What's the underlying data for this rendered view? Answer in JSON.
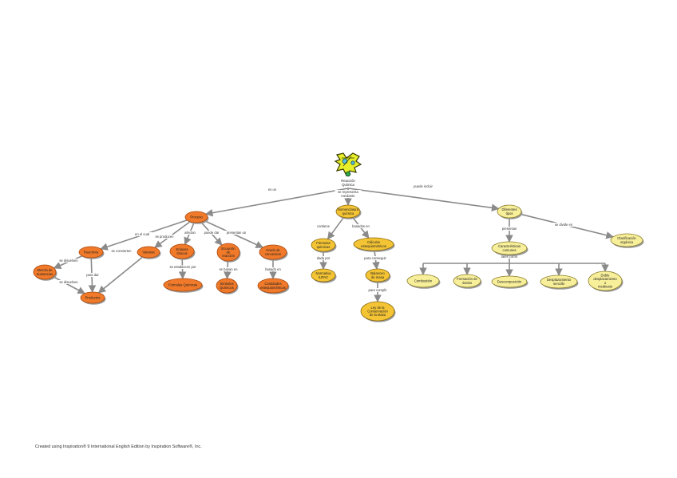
{
  "colors": {
    "orange_fill": "#f07a2a",
    "orange_stroke": "#a8480f",
    "yellow_fill": "#f8ef9a",
    "yellow_stroke": "#8a7c2a",
    "gold_fill": "#f4c434",
    "gold_stroke": "#8a6a10",
    "edge": "#8a8a8a"
  },
  "root": {
    "label": [
      "Reacción",
      "Química"
    ],
    "icon": "molecule-icon"
  },
  "nodes": [
    {
      "id": "proceso",
      "label": [
        "Proceso"
      ],
      "color": "orange"
    },
    {
      "id": "reactivos",
      "label": [
        "Reactivos"
      ],
      "color": "orange"
    },
    {
      "id": "varianat",
      "label": [
        "Varianat"
      ],
      "color": "orange"
    },
    {
      "id": "enlaces",
      "label": [
        "Enlaces",
        "Iónicos"
      ],
      "color": "orange"
    },
    {
      "id": "productos",
      "label": [
        "Productos"
      ],
      "color": "orange"
    },
    {
      "id": "mezcla",
      "label": [
        "Mezcla de",
        "Sustancias"
      ],
      "color": "orange"
    },
    {
      "id": "formulas",
      "label": [
        "Formulas Químicas"
      ],
      "color": "orange"
    },
    {
      "id": "ecuacion",
      "label": [
        "Ecuación",
        "de",
        "reacción"
      ],
      "color": "orange"
    },
    {
      "id": "simbolos",
      "label": [
        "Simbolos",
        "Químicos"
      ],
      "color": "orange"
    },
    {
      "id": "grado",
      "label": [
        "Grado de",
        "conversion"
      ],
      "color": "orange"
    },
    {
      "id": "cantidades",
      "label": [
        "Cantidades",
        "estequiométricas"
      ],
      "color": "orange"
    },
    {
      "id": "nomenclatura",
      "label": [
        "Nomenclatura",
        "química"
      ],
      "color": "gold"
    },
    {
      "id": "formulas_quimicas",
      "label": [
        "Fórmulas",
        "químicas"
      ],
      "color": "gold"
    },
    {
      "id": "normativa",
      "label": [
        "Normativa",
        "IUPAC"
      ],
      "color": "gold"
    },
    {
      "id": "calculos",
      "label": [
        "Cálculos",
        "estequiométricos"
      ],
      "color": "gold"
    },
    {
      "id": "balanceo",
      "label": [
        "Balanceo",
        "de masa"
      ],
      "color": "gold"
    },
    {
      "id": "ley",
      "label": [
        "Ley de la",
        "Conservación",
        "de la Masa"
      ],
      "color": "gold"
    },
    {
      "id": "diferentes",
      "label": [
        "Diferentes",
        "tipos"
      ],
      "color": "yellow"
    },
    {
      "id": "caracteristicas",
      "label": [
        "Características",
        "comunes"
      ],
      "color": "yellow"
    },
    {
      "id": "clasificacion",
      "label": [
        "Clasificación",
        "orgánica"
      ],
      "color": "yellow"
    },
    {
      "id": "combustion",
      "label": [
        "Combustión"
      ],
      "color": "yellow"
    },
    {
      "id": "formacion",
      "label": [
        "Formación de",
        "óxidos"
      ],
      "color": "yellow"
    },
    {
      "id": "descomposicion",
      "label": [
        "Descomposición"
      ],
      "color": "yellow"
    },
    {
      "id": "desplazamiento",
      "label": [
        "Desplazamiento",
        "sencillo"
      ],
      "color": "yellow"
    },
    {
      "id": "doble",
      "label": [
        "Doble",
        "desplazamiento",
        "o",
        "metátesis"
      ],
      "color": "yellow"
    }
  ],
  "links": [
    {
      "from": "root",
      "to": "proceso",
      "label": [
        "es un"
      ]
    },
    {
      "from": "root",
      "to": "nomenclatura",
      "label": [
        "se representa",
        "mediante"
      ]
    },
    {
      "from": "root",
      "to": "diferentes",
      "label": [
        "puede incluir"
      ]
    },
    {
      "from": "proceso",
      "to": "reactivos",
      "label": [
        "en el cual"
      ]
    },
    {
      "from": "proceso",
      "to": "varianat",
      "label": [
        "se producen"
      ]
    },
    {
      "from": "proceso",
      "to": "enlaces",
      "label": [
        "afectan"
      ]
    },
    {
      "from": "proceso",
      "to": "ecuacion",
      "label": [
        "puede dar"
      ]
    },
    {
      "from": "proceso",
      "to": "grado",
      "label": [
        "presentan un"
      ]
    },
    {
      "from": "reactivos",
      "to": "mezcla",
      "label": [
        "se disuelven"
      ]
    },
    {
      "from": "reactivos",
      "to": "productos",
      "label": [
        "para dar"
      ]
    },
    {
      "from": "varianat",
      "to": "productos",
      "label": [
        "se convierten"
      ]
    },
    {
      "from": "mezcla",
      "to": "productos",
      "label": [
        "se disuelven"
      ]
    },
    {
      "from": "enlaces",
      "to": "formulas",
      "label": [
        "se establecen por"
      ]
    },
    {
      "from": "ecuacion",
      "to": "simbolos",
      "label": [
        "se basan en"
      ]
    },
    {
      "from": "grado",
      "to": "cantidades",
      "label": [
        "basado en"
      ]
    },
    {
      "from": "nomenclatura",
      "to": "formulas_quimicas",
      "label": [
        "contiene"
      ]
    },
    {
      "from": "nomenclatura",
      "to": "calculos",
      "label": [
        "basados en"
      ]
    },
    {
      "from": "formulas_quimicas",
      "to": "normativa",
      "label": [
        "dada por"
      ]
    },
    {
      "from": "calculos",
      "to": "balanceo",
      "label": [
        "para conseguir"
      ]
    },
    {
      "from": "balanceo",
      "to": "ley",
      "label": [
        "para cumplir"
      ]
    },
    {
      "from": "diferentes",
      "to": "caracteristicas",
      "label": [
        "presentan"
      ]
    },
    {
      "from": "diferentes",
      "to": "clasificacion",
      "label": [
        "se divide en"
      ]
    },
    {
      "from": "caracteristicas",
      "to": "combustion",
      "label": [
        "tales como"
      ]
    },
    {
      "from": "caracteristicas",
      "to": "formacion",
      "label": []
    },
    {
      "from": "caracteristicas",
      "to": "descomposicion",
      "label": []
    },
    {
      "from": "caracteristicas",
      "to": "desplazamiento",
      "label": []
    },
    {
      "from": "caracteristicas",
      "to": "doble",
      "label": []
    }
  ],
  "footer": "Created using Inspiration® 9 International English Edition by Inspiration Software®, Inc."
}
